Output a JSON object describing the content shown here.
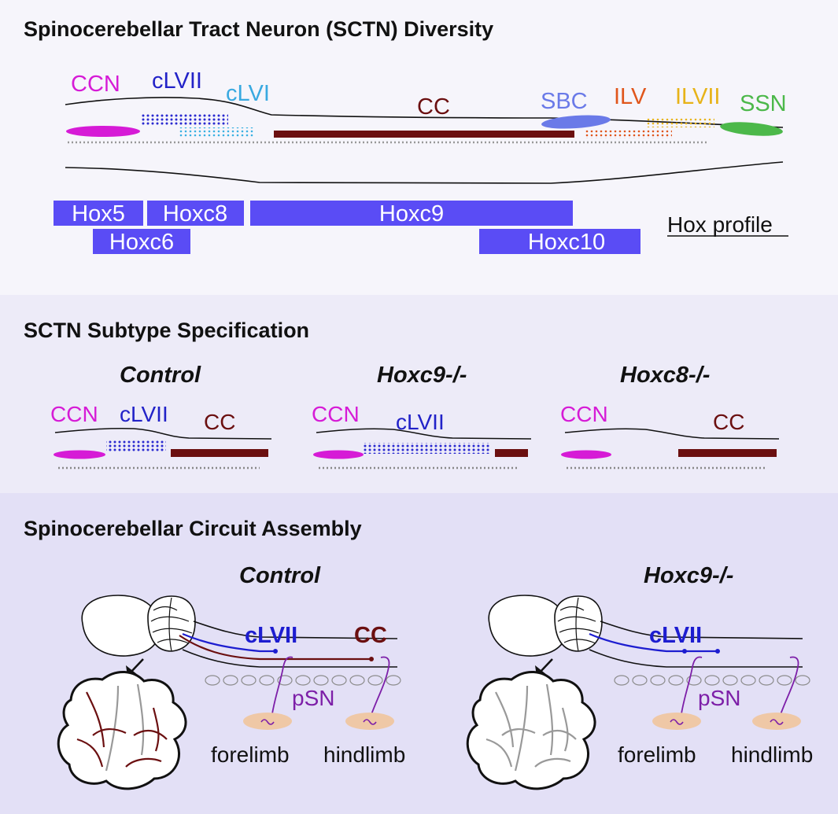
{
  "panel1": {
    "title": "Spinocerebellar Tract Neuron (SCTN) Diversity",
    "subtypes": {
      "ccn": {
        "label": "CCN",
        "color": "#d61bd6"
      },
      "clvii": {
        "label": "cLVII",
        "color": "#2222c8"
      },
      "clvi": {
        "label": "cLVI",
        "color": "#39a9e0"
      },
      "cc": {
        "label": "CC",
        "color": "#6b0f10"
      },
      "sbc": {
        "label": "SBC",
        "color": "#6a7ae8"
      },
      "ilv": {
        "label": "ILV",
        "color": "#e0561c"
      },
      "ilvii": {
        "label": "ILVII",
        "color": "#e7b318"
      },
      "ssn": {
        "label": "SSN",
        "color": "#4cb84a"
      }
    },
    "hox": {
      "hox5": "Hox5",
      "hoxc8": "Hoxc8",
      "hoxc9": "Hoxc9",
      "hoxc6": "Hoxc6",
      "hoxc10": "Hoxc10",
      "color": "#5a4cf5"
    },
    "hox_profile_label": "Hox profile"
  },
  "panel2": {
    "title": "SCTN Subtype Specification",
    "conditions": {
      "control": {
        "heading": "Control",
        "ccn": "CCN",
        "clvii": "cLVII",
        "cc": "CC"
      },
      "hoxc9": {
        "heading": "Hoxc9-/-",
        "ccn": "CCN",
        "clvii": "cLVII"
      },
      "hoxc8": {
        "heading": "Hoxc8-/-",
        "ccn": "CCN",
        "cc": "CC"
      }
    }
  },
  "panel3": {
    "title": "Spinocerebellar Circuit Assembly",
    "control": {
      "heading": "Control",
      "clvii": "cLVII",
      "cc": "CC",
      "psn": "pSN",
      "forelimb": "forelimb",
      "hindlimb": "hindlimb"
    },
    "hoxc9": {
      "heading": "Hoxc9-/-",
      "clvii": "cLVII",
      "psn": "pSN",
      "forelimb": "forelimb",
      "hindlimb": "hindlimb"
    }
  }
}
